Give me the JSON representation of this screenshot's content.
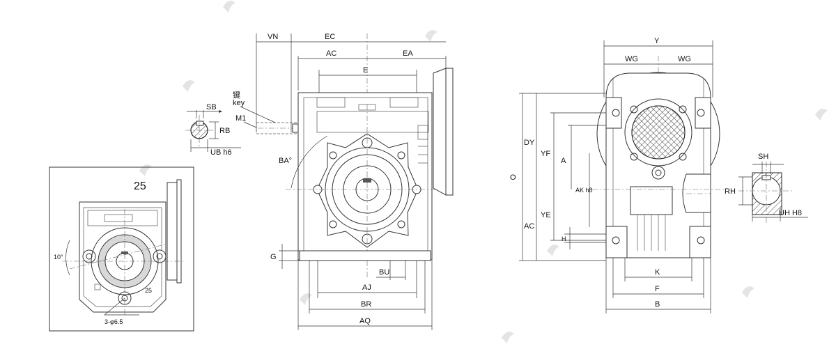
{
  "labels": {
    "vn": "VN",
    "ec": "EC",
    "ac_top": "AC",
    "ea": "EA",
    "e": "E",
    "key_cn": "键",
    "key_en": "key",
    "m1": "M1",
    "ba": "BA°",
    "sb": "SB",
    "rb": "RB",
    "ub": "UB h6",
    "g": "G",
    "bu": "BU",
    "aj": "AJ",
    "br": "BR",
    "aq": "AQ",
    "inset_num": "25",
    "ten_deg": "10°",
    "twentyfive": "25",
    "holes": "3-φ6.5",
    "y": "Y",
    "wg_left": "WG",
    "wg_right": "WG",
    "dy": "DY",
    "yf": "YF",
    "a": "A",
    "o": "O",
    "ak": "AK h8",
    "ye": "YE",
    "ac_side": "AC",
    "h": "H",
    "k": "K",
    "f": "F",
    "b": "B",
    "sh": "SH",
    "rh": "RH",
    "uh": "UH H8"
  }
}
